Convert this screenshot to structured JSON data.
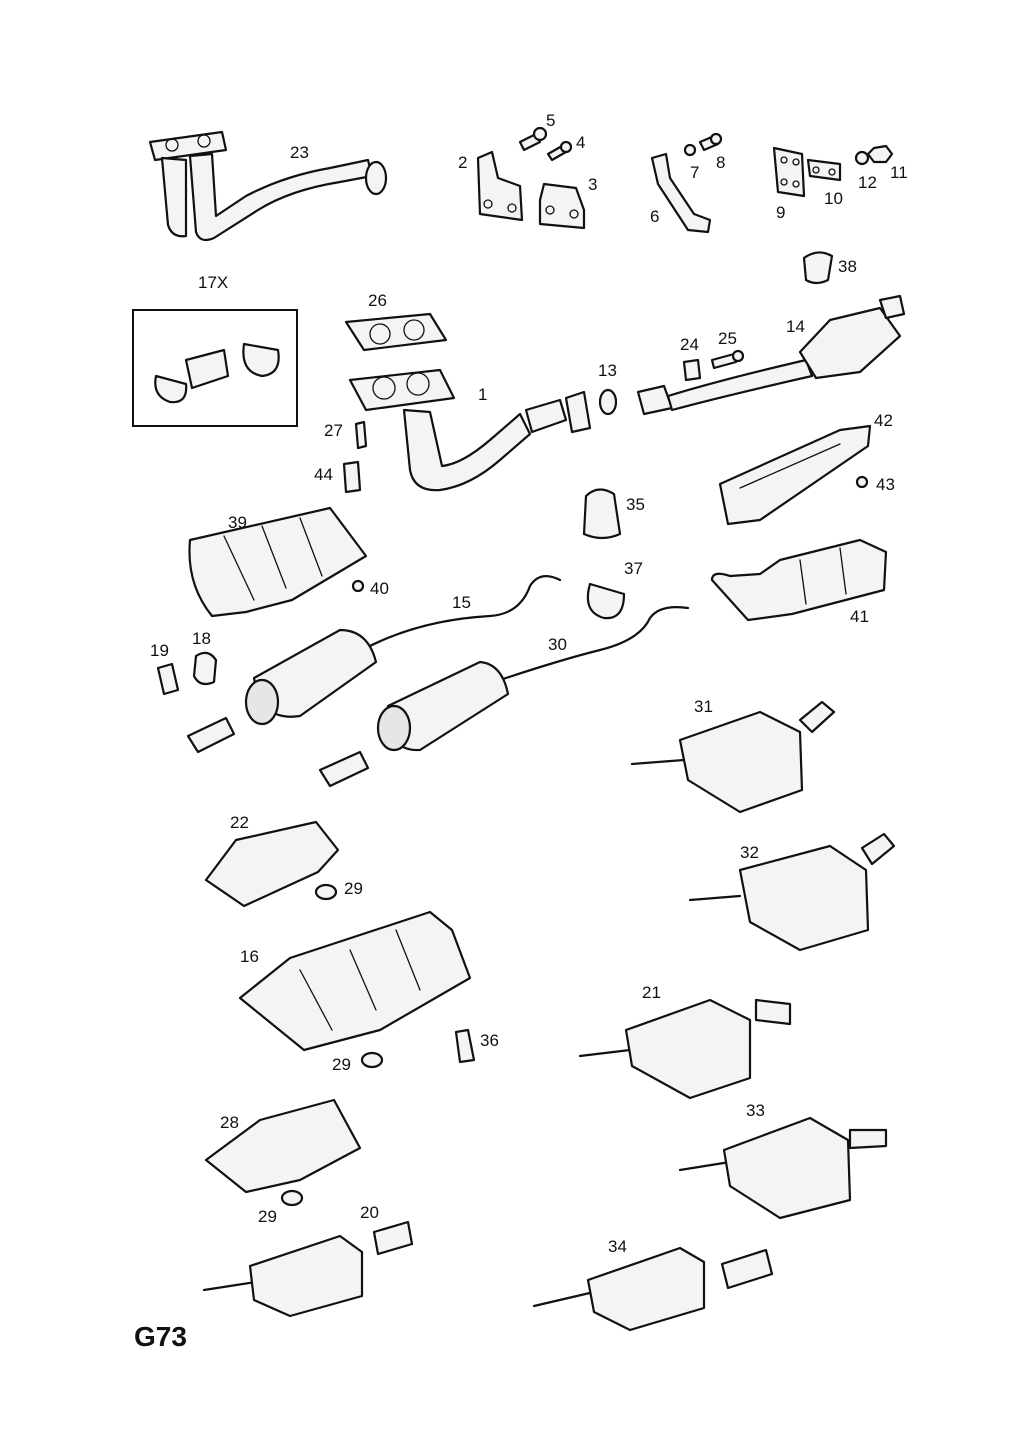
{
  "diagram": {
    "code": "G73",
    "labels": {
      "p1": "1",
      "p2": "2",
      "p3": "3",
      "p4": "4",
      "p5": "5",
      "p6": "6",
      "p7": "7",
      "p8": "8",
      "p9": "9",
      "p10": "10",
      "p11": "11",
      "p12": "12",
      "p13": "13",
      "p14": "14",
      "p15": "15",
      "p16": "16",
      "p17x": "17X",
      "p18": "18",
      "p19": "19",
      "p20": "20",
      "p21": "21",
      "p22": "22",
      "p23": "23",
      "p24": "24",
      "p25": "25",
      "p26": "26",
      "p27": "27",
      "p28": "28",
      "p29a": "29",
      "p29b": "29",
      "p29c": "29",
      "p30": "30",
      "p31": "31",
      "p32": "32",
      "p33": "33",
      "p34": "34",
      "p35": "35",
      "p36": "36",
      "p37": "37",
      "p38": "38",
      "p39": "39",
      "p40": "40",
      "p41": "41",
      "p42": "42",
      "p43": "43",
      "p44": "44"
    }
  }
}
